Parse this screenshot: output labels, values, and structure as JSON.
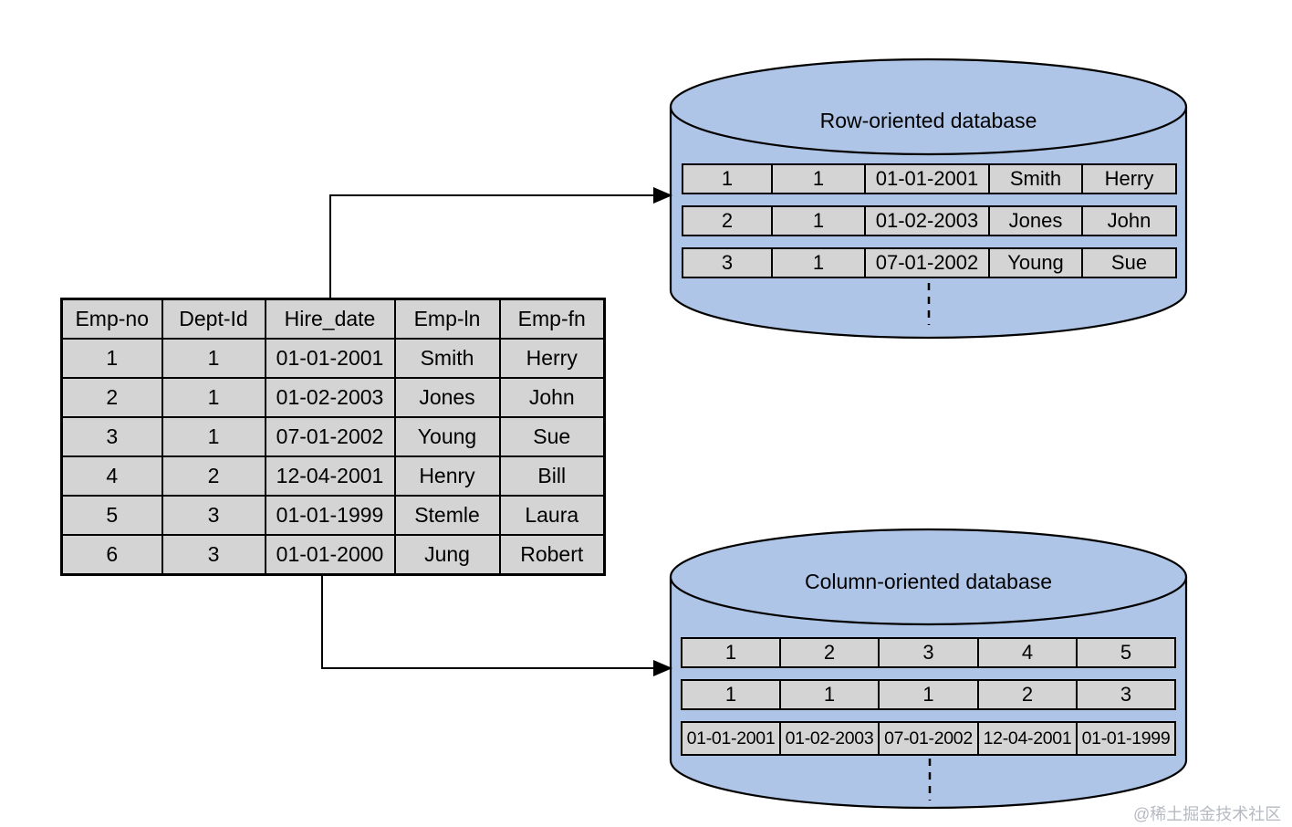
{
  "main_table": {
    "headers": [
      "Emp-no",
      "Dept-Id",
      "Hire_date",
      "Emp-ln",
      "Emp-fn"
    ],
    "rows": [
      [
        "1",
        "1",
        "01-01-2001",
        "Smith",
        "Herry"
      ],
      [
        "2",
        "1",
        "01-02-2003",
        "Jones",
        "John"
      ],
      [
        "3",
        "1",
        "07-01-2002",
        "Young",
        "Sue"
      ],
      [
        "4",
        "2",
        "12-04-2001",
        "Henry",
        "Bill"
      ],
      [
        "5",
        "3",
        "01-01-1999",
        "Stemle",
        "Laura"
      ],
      [
        "6",
        "3",
        "01-01-2000",
        "Jung",
        "Robert"
      ]
    ]
  },
  "row_db": {
    "title": "Row-oriented database",
    "rows": [
      [
        "1",
        "1",
        "01-01-2001",
        "Smith",
        "Herry"
      ],
      [
        "2",
        "1",
        "01-02-2003",
        "Jones",
        "John"
      ],
      [
        "3",
        "1",
        "07-01-2002",
        "Young",
        "Sue"
      ]
    ]
  },
  "col_db": {
    "title": "Column-oriented database",
    "rows": [
      [
        "1",
        "2",
        "3",
        "4",
        "5"
      ],
      [
        "1",
        "1",
        "1",
        "2",
        "3"
      ],
      [
        "01-01-2001",
        "01-02-2003",
        "07-01-2002",
        "12-04-2001",
        "01-01-1999"
      ]
    ]
  },
  "watermark": "@稀土掘金技术社区",
  "colors": {
    "cylinder_fill": "#aec5e7",
    "cell_fill": "#d4d4d4",
    "stroke": "#000000",
    "watermark": "#b6bac2"
  }
}
